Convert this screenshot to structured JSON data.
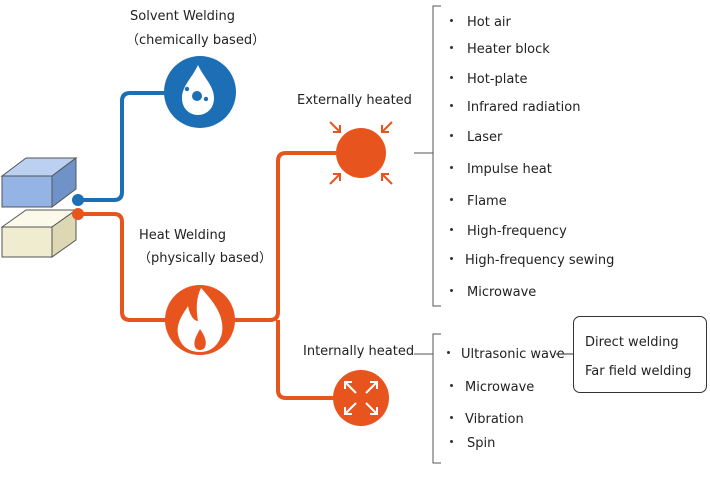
{
  "solvent": {
    "title": "Solvent Welding",
    "subtitle": "（chemically based）"
  },
  "heat": {
    "title": "Heat Welding",
    "subtitle": "（physically based）"
  },
  "external": {
    "title": "Externally heated",
    "items": [
      "Hot air",
      "Heater block",
      "Hot-plate",
      "Infrared radiation",
      "Laser",
      "Impulse heat",
      "Flame",
      "High-frequency",
      "High-frequency sewing",
      "Microwave"
    ]
  },
  "internal": {
    "title": "Internally heated",
    "items": [
      "Ultrasonic wave",
      "Microwave",
      "Vibration",
      "Spin"
    ],
    "ultrasonic_types": [
      "Direct welding",
      "Far field welding"
    ]
  },
  "colors": {
    "blue": "#1c6fb4",
    "orange": "#e8541e",
    "material_top": "#93b4e4",
    "material_bottom": "#f0ecd0"
  },
  "icons": {
    "solvent": "droplet-icon",
    "heat": "flame-icon",
    "external": "arrows-inward-icon",
    "internal": "arrows-outward-icon"
  }
}
